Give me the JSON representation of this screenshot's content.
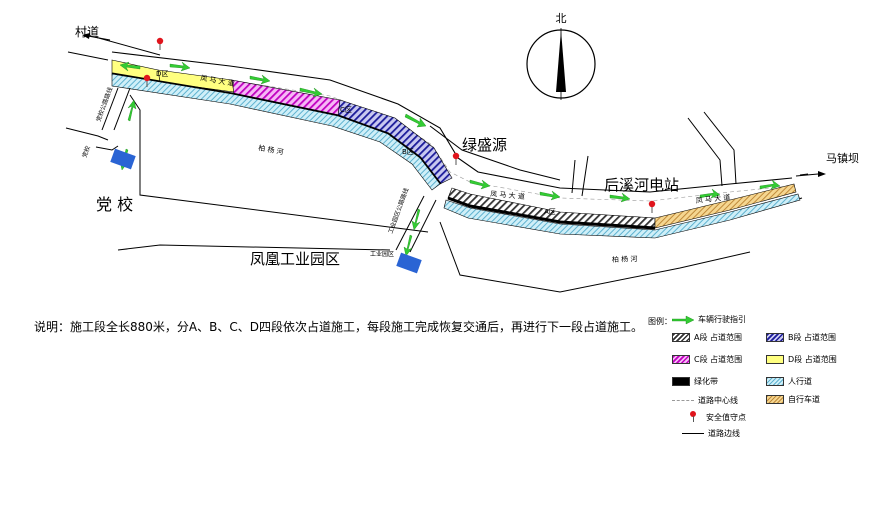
{
  "labels": {
    "north": "北",
    "village_road": "村道",
    "lvshengyuan": "绿盛源",
    "power_station": "后溪河电站",
    "majingba": "马镇坝",
    "party_school": "党 校",
    "industrial_park": "凤凰工业园区",
    "river_1": "柏 杨 河",
    "river_2": "柏 杨 河",
    "road_1": "凤 马 大 道",
    "road_2": "凤 马 大 道",
    "road_3": "凤 马 大 道",
    "zone_d": "D区",
    "zone_c": "C区",
    "zone_b": "B区",
    "zone_a": "A区",
    "branch_school_road": "党校公路路线",
    "branch_school": "党校",
    "branch_park_road": "工业园区公路路线",
    "branch_park": "工业园区"
  },
  "note": "说明：施工段全长880米，分A、B、C、D四段依次占道施工，每段施工完成恢复交通后，再进行下一段占道施工。",
  "legend": {
    "title": "图例：",
    "items": [
      {
        "id": "arrow",
        "label": "车辆行驶指引"
      },
      {
        "id": "a",
        "label": "A段 占道范围"
      },
      {
        "id": "b",
        "label": "B段 占道范围"
      },
      {
        "id": "c",
        "label": "C段 占道范围"
      },
      {
        "id": "d",
        "label": "D段 占道范围"
      },
      {
        "id": "green",
        "label": "绿化带"
      },
      {
        "id": "sidewalk",
        "label": "人行道"
      },
      {
        "id": "center",
        "label": "道路中心线"
      },
      {
        "id": "bike",
        "label": "自行车道"
      },
      {
        "id": "guard",
        "label": "安全值守点"
      },
      {
        "id": "edge",
        "label": "道路边线"
      }
    ]
  },
  "colors": {
    "zone_a": "#333333",
    "zone_b": "#1b1b9a",
    "zone_c": "#c000c0",
    "zone_d": "#ffff80",
    "sidewalk": "#cfeff8",
    "bike_lane": "#f5d690",
    "guidance_arrow": "#33cc33",
    "guard_point": "#e0141c",
    "sign": "#2a64d4"
  }
}
